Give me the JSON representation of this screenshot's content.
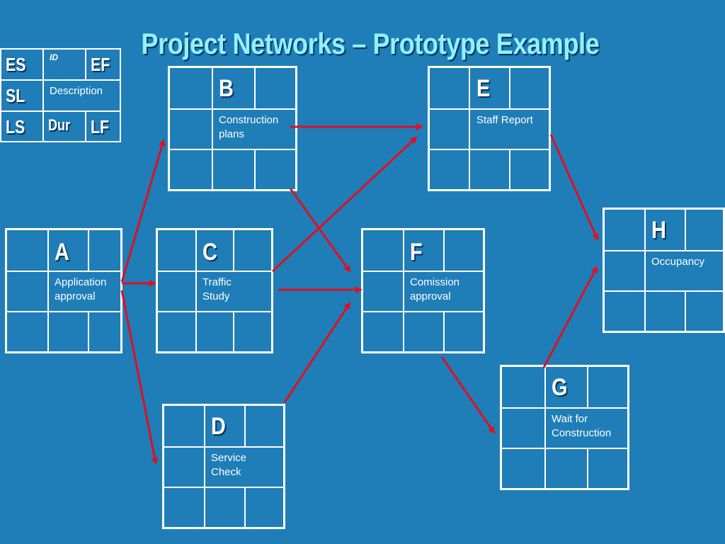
{
  "title": "Project Networks – Prototype Example",
  "legend": {
    "es": "ES",
    "id": "ID",
    "ef": "EF",
    "sl": "SL",
    "description": "Description",
    "ls": "LS",
    "dur": "Dur",
    "lf": "LF"
  },
  "nodes": {
    "A": {
      "letter": "A",
      "label1": "Application",
      "label2": "approval"
    },
    "B": {
      "letter": "B",
      "label1": "Construction",
      "label2": "plans"
    },
    "C": {
      "letter": "C",
      "label1": "Traffic",
      "label2": "Study"
    },
    "D": {
      "letter": "D",
      "label1": "Service",
      "label2": "Check"
    },
    "E": {
      "letter": "E",
      "label1": "Staff Report",
      "label2": ""
    },
    "F": {
      "letter": "F",
      "label1": "Comission",
      "label2": "approval"
    },
    "G": {
      "letter": "G",
      "label1": "Wait for",
      "label2": "Construction"
    },
    "H": {
      "letter": "H",
      "label1": "Occupancy",
      "label2": ""
    }
  },
  "edges": [
    {
      "from": "A",
      "to": "B"
    },
    {
      "from": "A",
      "to": "C"
    },
    {
      "from": "A",
      "to": "D"
    },
    {
      "from": "B",
      "to": "E"
    },
    {
      "from": "B",
      "to": "F"
    },
    {
      "from": "C",
      "to": "E"
    },
    {
      "from": "C",
      "to": "F"
    },
    {
      "from": "D",
      "to": "F"
    },
    {
      "from": "E",
      "to": "H"
    },
    {
      "from": "F",
      "to": "G"
    },
    {
      "from": "G",
      "to": "H"
    }
  ],
  "colors": {
    "background": "#1f7db8",
    "title": "#8ff2ff",
    "arrow": "#e01020",
    "line": "#ffffff"
  }
}
